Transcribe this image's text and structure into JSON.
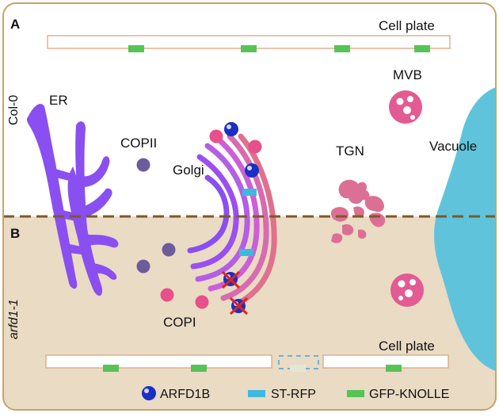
{
  "panels": {
    "top_letter": "A",
    "bottom_letter": "B",
    "top_genotype": "Col-0",
    "bottom_genotype": "arfd1-1"
  },
  "labels": {
    "cell_plate_top": "Cell plate",
    "cell_plate_bottom": "Cell plate",
    "er": "ER",
    "copii": "COPII",
    "golgi": "Golgi",
    "copi": "COPI",
    "tgn": "TGN",
    "mvb": "MVB",
    "vacuole": "Vacuole"
  },
  "legend": {
    "arfd1b": "ARFD1B",
    "st_rfp": "ST-RFP",
    "gfp_knolle": "GFP-KNOLLE"
  },
  "colors": {
    "border": "#c8a46a",
    "top_bg": "#ffffff",
    "bottom_bg": "#eadbc4",
    "divider": "#7a5a28",
    "er": "#8a4ff0",
    "copii": "#6c5c9c",
    "golgi_inner": "#9a4ff0",
    "golgi_mid": "#cc5fd8",
    "golgi_outer": "#e0708c",
    "copi": "#e7508a",
    "tgn": "#dc7094",
    "mvb": "#e45a92",
    "vacuole": "#5fc4db",
    "arfd1b": "#1a2fc4",
    "st_rfp": "#3fb8e0",
    "gfp_knolle": "#55c455",
    "cross": "#e2231a"
  }
}
